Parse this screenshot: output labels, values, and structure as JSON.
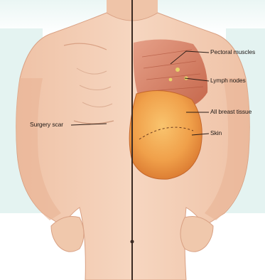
{
  "diagram": {
    "labels": {
      "surgery_scar": "Surgery scar",
      "pectoral_muscles": "Pectoral muscles",
      "lymph_nodes": "Lymph nodes",
      "all_breast_tissue": "All breast tissue",
      "skin": "Skin"
    },
    "colors": {
      "skin_tone": "#f3cdb5",
      "skin_shadow": "#e3ab8c",
      "muscle": "#c96f4e",
      "breast_tissue": "#f2a24a",
      "divider_line": "#3a2a22",
      "background_tint": "#dff2ef"
    }
  }
}
